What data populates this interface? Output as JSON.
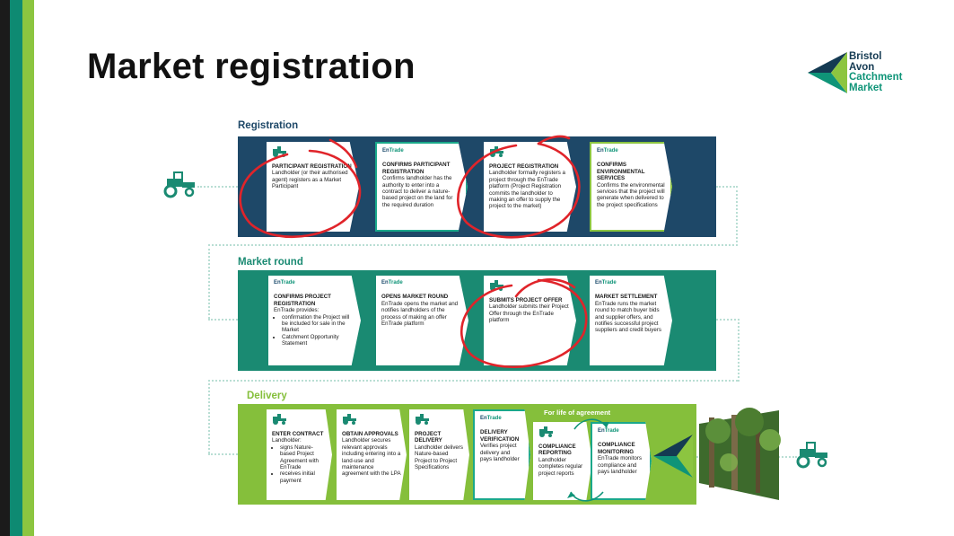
{
  "slide": {
    "title": "Market registration"
  },
  "logo": {
    "line1": "Bristol",
    "line2": "Avon",
    "line3": "Catchment",
    "line4": "Market"
  },
  "registration": {
    "label": "Registration",
    "cards": [
      {
        "icon": "tractor-icon",
        "title": "PARTICIPANT REGISTRATION",
        "body": "Landholder (or their authorised agent) registers as a Market Participant"
      },
      {
        "icon": "entrade-logo",
        "title": "CONFIRMS PARTICIPANT REGISTRATION",
        "body": "Confirms landholder has the authority to enter into a contract to deliver a nature-based project on the land for the required duration"
      },
      {
        "icon": "tractor-icon",
        "title": "PROJECT REGISTRATION",
        "body": "Landholder formally registers a project through the EnTrade platform (Project Registration commits the landholder to making an offer to supply the project to the market)"
      },
      {
        "icon": "entrade-logo",
        "title": "CONFIRMS ENVIRONMENTAL SERVICES",
        "body": "Confirms the environmental services that the project will generate when delivered to the project specifications"
      }
    ]
  },
  "market_round": {
    "label": "Market round",
    "cards": [
      {
        "icon": "entrade-logo",
        "title": "CONFIRMS PROJECT REGISTRATION",
        "body": "EnTrade provides:",
        "bullets": [
          "confirmation the Project will be included for sale in the Market",
          "Catchment Opportunity Statement"
        ]
      },
      {
        "icon": "entrade-logo",
        "title": "OPENS MARKET ROUND",
        "body": "EnTrade opens the market and notifies landholders of the process of making an offer  EnTrade platform"
      },
      {
        "icon": "tractor-icon",
        "title": "SUBMITS PROJECT OFFER",
        "body": "Landholder submits their Project Offer through the EnTrade platform"
      },
      {
        "icon": "entrade-logo",
        "title": "MARKET SETTLEMENT",
        "body": "EnTrade runs the market round to match buyer bids and supplier offers, and notifies successful project suppliers and credit buyers"
      }
    ]
  },
  "delivery": {
    "label": "Delivery",
    "for_life": "For life of agreement",
    "cards": [
      {
        "icon": "tractor-icon",
        "title": "ENTER CONTRACT",
        "body": "Landholder:",
        "bullets": [
          "signs Nature-based Project Agreement with EnTrade",
          "receives initial payment"
        ]
      },
      {
        "icon": "tractor-icon",
        "title": "OBTAIN APPROVALS",
        "body": "Landholder secures relevant approvals including entering into a land-use and maintenance agreement with the LPA"
      },
      {
        "icon": "tractor-icon",
        "title": "PROJECT DELIVERY",
        "body": "Landholder delivers Nature-based Project to Project Specifications"
      },
      {
        "icon": "entrade-logo",
        "title": "DELIVERY VERIFICATION",
        "body": "Verifies project delivery and pays landholder"
      },
      {
        "icon": "tractor-icon",
        "title": "COMPLIANCE REPORTING",
        "body": "Landholder completes regular project reports"
      },
      {
        "icon": "entrade-logo",
        "title": "COMPLIANCE MONITORING",
        "body": "EnTrade monitors compliance and pays landholder"
      }
    ]
  },
  "entrade_logo": {
    "part1": "En",
    "part2": "Trade"
  },
  "colors": {
    "registration_band": "#1e4868",
    "market_band": "#1a8a72",
    "delivery_band": "#85bf3b",
    "annotation": "#e0242a"
  }
}
